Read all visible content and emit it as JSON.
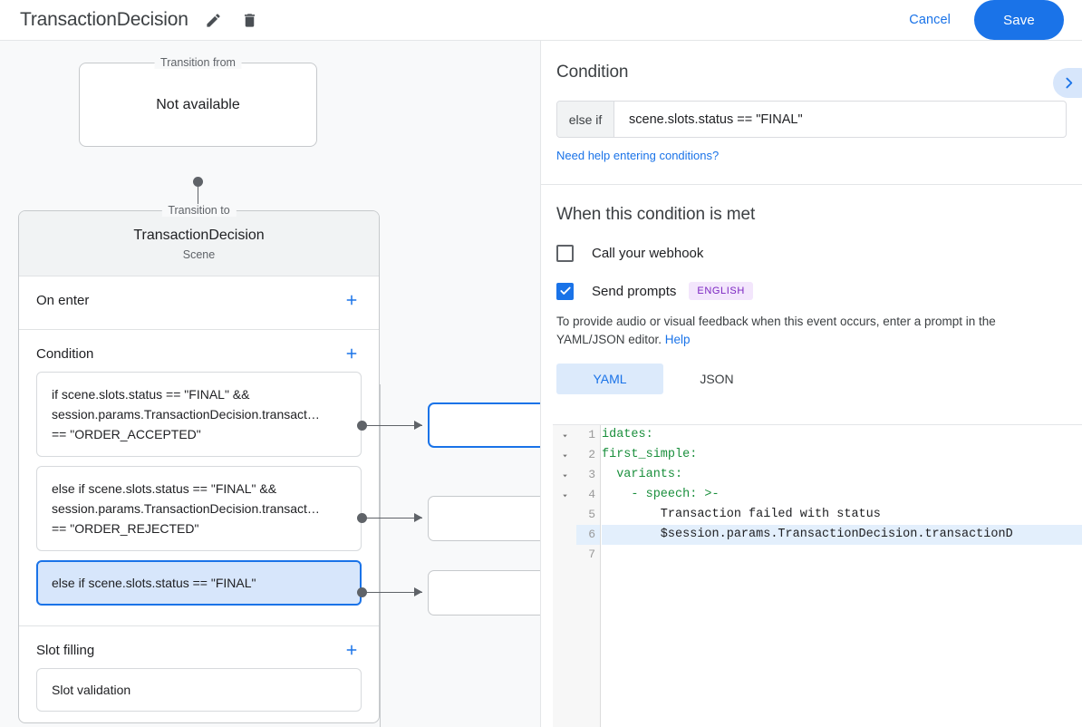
{
  "topbar": {
    "title": "TransactionDecision",
    "edit_icon": "pencil-icon",
    "delete_icon": "trash-icon",
    "cancel_label": "Cancel",
    "save_label": "Save",
    "accent_blue": "#1a73e8"
  },
  "canvas": {
    "transition_from": {
      "legend": "Transition from",
      "value": "Not available"
    },
    "transition_to": {
      "legend": "Transition to",
      "title": "TransactionDecision",
      "subtitle": "Scene"
    },
    "sections": [
      {
        "title": "On enter",
        "add_icon": "plus-icon"
      },
      {
        "title": "Condition",
        "add_icon": "plus-icon"
      },
      {
        "title": "Slot filling",
        "add_icon": "plus-icon"
      }
    ],
    "conditions": [
      {
        "lines": [
          "if scene.slots.status == \"FINAL\" &&",
          "session.params.TransactionDecision.transact…",
          "== \"ORDER_ACCEPTED\""
        ],
        "selected": false
      },
      {
        "lines": [
          "else if scene.slots.status == \"FINAL\" &&",
          "session.params.TransactionDecision.transact…",
          "== \"ORDER_REJECTED\""
        ],
        "selected": false
      },
      {
        "lines": [
          "else if scene.slots.status == \"FINAL\""
        ],
        "selected": true
      }
    ],
    "slot_filling": {
      "item": "Slot validation"
    },
    "targets": [
      {
        "selected": true
      },
      {
        "selected": false
      },
      {
        "selected": false
      }
    ]
  },
  "panel": {
    "heading": "Condition",
    "collapse_icon": "chevron-right-icon",
    "condition_prefix": "else if",
    "condition_value": "scene.slots.status == \"FINAL\"",
    "help_conditions_link": "Need help entering conditions?",
    "when_met_heading": "When this condition is met",
    "webhook": {
      "label": "Call your webhook",
      "checked": false
    },
    "send_prompts": {
      "label": "Send prompts",
      "checked": true,
      "badge": "ENGLISH",
      "badge_bg": "#f3e6fc",
      "badge_fg": "#7b25c1"
    },
    "hint_before": "To provide audio or visual feedback when this event occurs, enter a prompt in the YAML/JSON editor. ",
    "hint_link": "Help",
    "tabs": [
      {
        "label": "YAML",
        "active": true
      },
      {
        "label": "JSON",
        "active": false
      }
    ]
  },
  "editor": {
    "highlighted_line": 6,
    "lines": [
      {
        "num": "1",
        "fold": true,
        "key": "idates:",
        "rest": ""
      },
      {
        "num": "2",
        "fold": true,
        "key": "first_simple:",
        "rest": ""
      },
      {
        "num": "3",
        "fold": true,
        "key": "  variants:",
        "rest": ""
      },
      {
        "num": "4",
        "fold": true,
        "key": "    - speech: >-",
        "rest": ""
      },
      {
        "num": "5",
        "fold": false,
        "key": "",
        "rest": "        Transaction failed with status"
      },
      {
        "num": "6",
        "fold": false,
        "key": "",
        "rest": "        $session.params.TransactionDecision.transactionD"
      },
      {
        "num": "7",
        "fold": false,
        "key": "",
        "rest": ""
      }
    ]
  }
}
